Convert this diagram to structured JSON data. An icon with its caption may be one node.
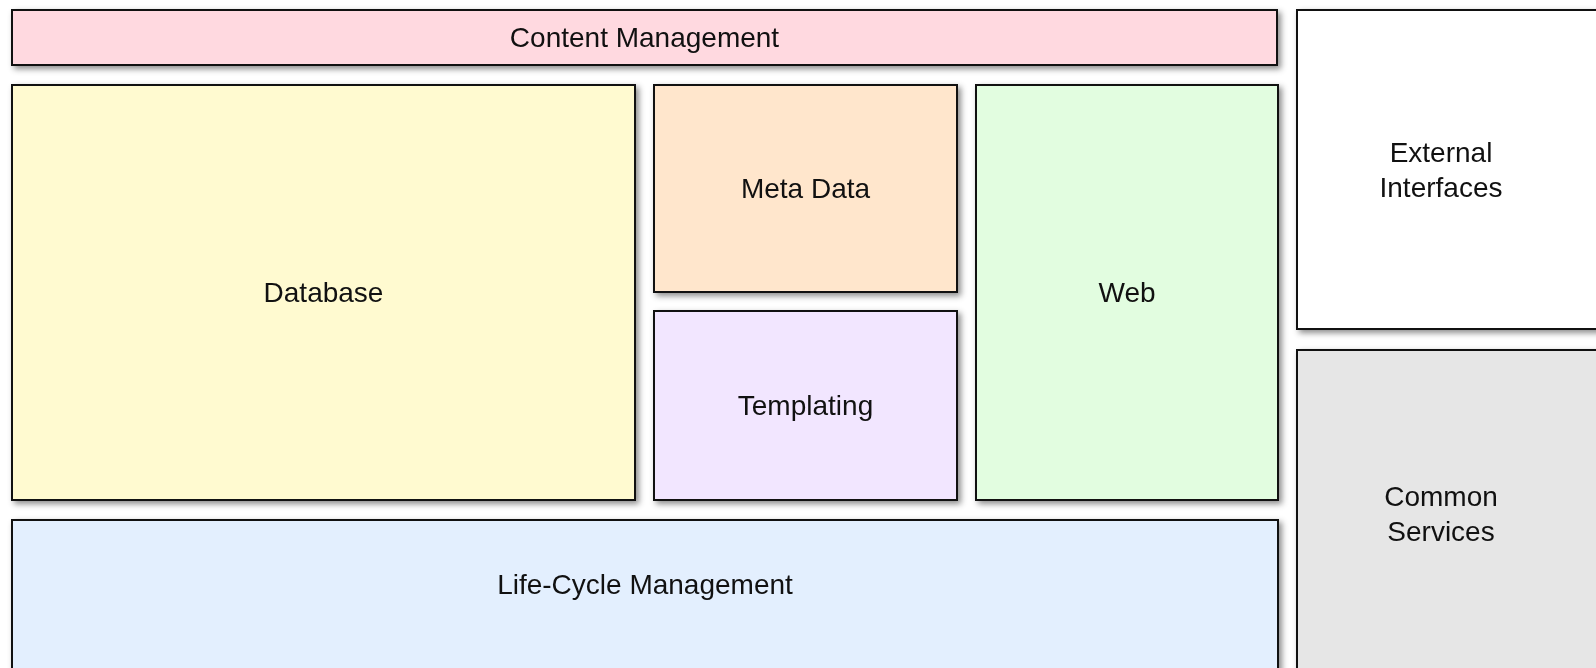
{
  "diagram": {
    "nodes": [
      {
        "text": [
          "Content Management"
        ]
      },
      {
        "text": [
          "Database"
        ]
      },
      {
        "text": [
          "Meta Data"
        ]
      },
      {
        "text": [
          "Templating"
        ]
      },
      {
        "text": [
          "Web"
        ]
      },
      {
        "text": [
          "Life-Cycle Management"
        ]
      },
      {
        "text": [
          "External Interfaces"
        ]
      },
      {
        "text": [
          "Common Services"
        ]
      }
    ]
  }
}
